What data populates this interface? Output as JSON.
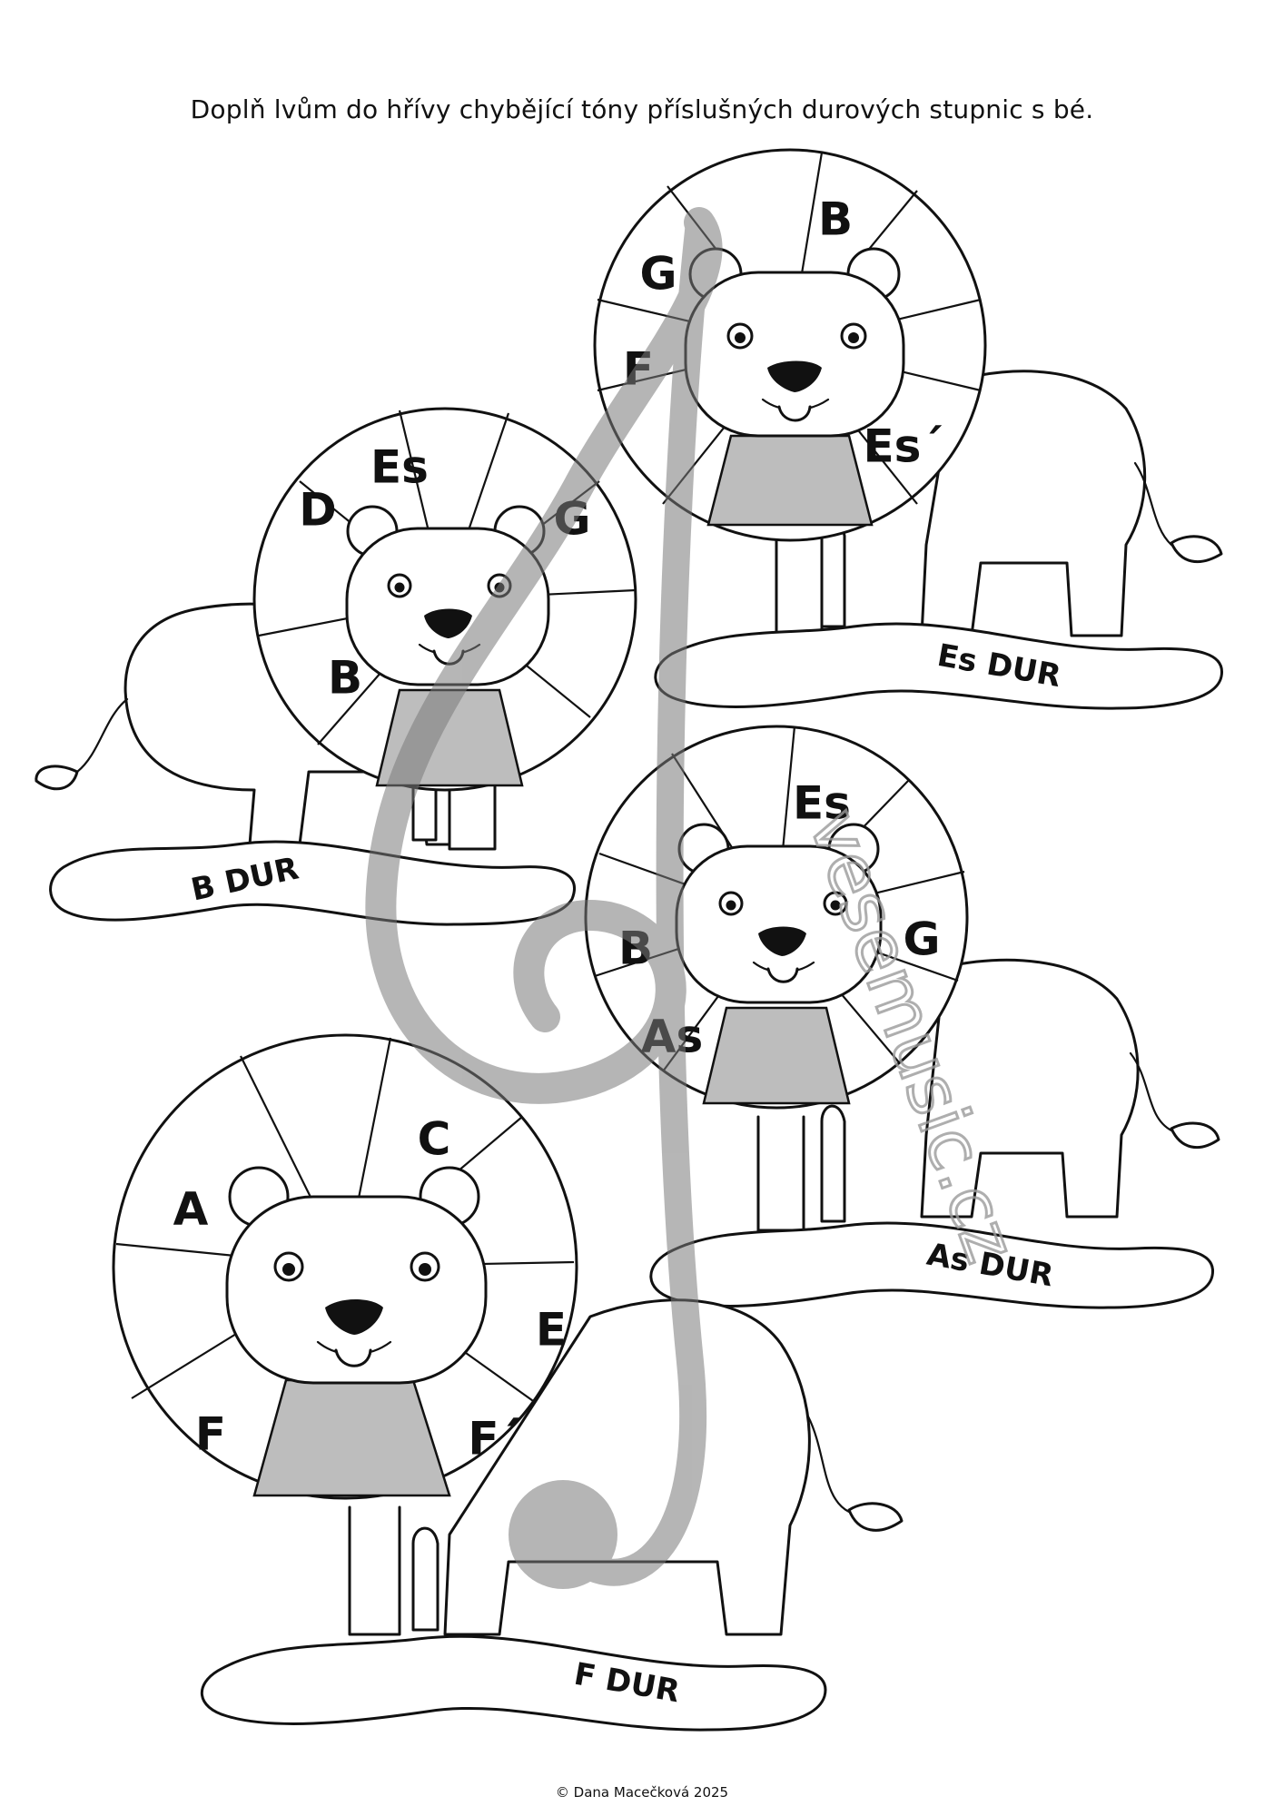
{
  "instruction": "Doplň lvům do hřívy chybějící tóny příslušných durových stupnic s bé.",
  "copyright": "© Dana Macečková 2025",
  "watermark": "vesemusic.cz",
  "lions": [
    {
      "scale": "Es DUR",
      "notes": [
        "G",
        "B",
        "F",
        "Es´"
      ]
    },
    {
      "scale": "B DUR",
      "notes": [
        "Es",
        "D",
        "G",
        "B"
      ]
    },
    {
      "scale": "As DUR",
      "notes": [
        "Es",
        "B",
        "G",
        "As"
      ]
    },
    {
      "scale": "F DUR",
      "notes": [
        "C",
        "A",
        "E",
        "F",
        "F´"
      ]
    }
  ],
  "colors": {
    "ink": "#111111",
    "shade": "#bdbdbd",
    "watermark": "#9a9a9a"
  }
}
